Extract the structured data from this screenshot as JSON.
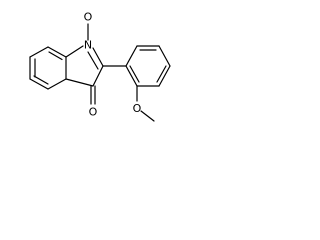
{
  "molecule": {
    "atoms": {
      "n_label": "N",
      "n_oxide_o_label": "O",
      "carbonyl_o_label": "O",
      "methoxy_o_label": "O"
    },
    "colors": {
      "bond": "#000000",
      "label": "#000000",
      "background": "#ffffff"
    }
  }
}
